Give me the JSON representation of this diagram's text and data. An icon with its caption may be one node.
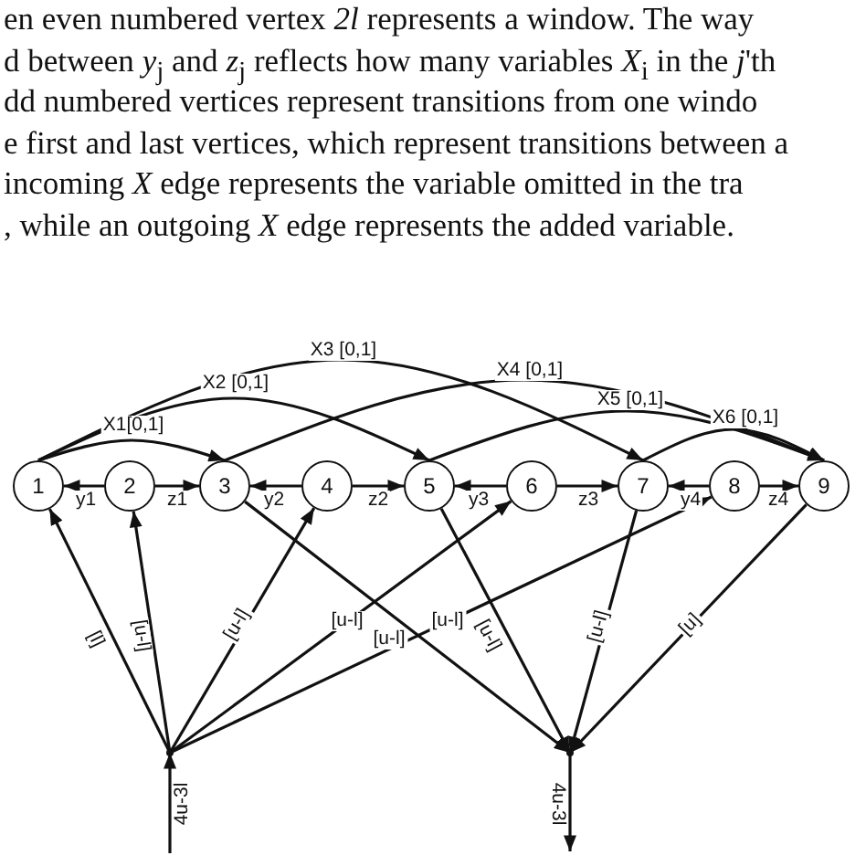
{
  "diagram": {
    "nodes": [
      {
        "text": [
          "1"
        ]
      },
      {
        "text": [
          "2"
        ]
      },
      {
        "text": [
          "3"
        ]
      },
      {
        "text": [
          "4"
        ]
      },
      {
        "text": [
          "5"
        ]
      },
      {
        "text": [
          "6"
        ]
      },
      {
        "text": [
          "7"
        ]
      },
      {
        "text": [
          "8"
        ]
      },
      {
        "text": [
          "9"
        ]
      },
      {
        "text": [],
        "shape": "point"
      },
      {
        "text": [],
        "shape": "point"
      }
    ],
    "edges": [
      {
        "from": 1,
        "to": 0,
        "arrow": "to",
        "label": "y1"
      },
      {
        "from": 1,
        "to": 2,
        "arrow": "to",
        "label": "z1"
      },
      {
        "from": 3,
        "to": 2,
        "arrow": "to",
        "label": "y2"
      },
      {
        "from": 3,
        "to": 4,
        "arrow": "to",
        "label": "z2"
      },
      {
        "from": 5,
        "to": 4,
        "arrow": "to",
        "label": "y3"
      },
      {
        "from": 5,
        "to": 6,
        "arrow": "to",
        "label": "z3"
      },
      {
        "from": 7,
        "to": 6,
        "arrow": "to",
        "label": "y4"
      },
      {
        "from": 7,
        "to": 8,
        "arrow": "to",
        "label": "z4"
      },
      {
        "from": 0,
        "to": 2,
        "arrow": "to",
        "label": "X1[0,1]"
      },
      {
        "from": 0,
        "to": 4,
        "arrow": "to",
        "label": "X2 [0,1]"
      },
      {
        "from": 0,
        "to": 6,
        "arrow": "to",
        "label": "X3 [0,1]"
      },
      {
        "from": 2,
        "to": 8,
        "arrow": "to",
        "label": "X4 [0,1]"
      },
      {
        "from": 4,
        "to": 8,
        "arrow": "to",
        "label": "X5 [0,1]"
      },
      {
        "from": 6,
        "to": 8,
        "arrow": "to",
        "label": "X6 [0,1]"
      },
      {
        "from": null,
        "to": 9,
        "arrow": "to",
        "label": "4u-3l"
      },
      {
        "from": 9,
        "to": 0,
        "arrow": "to",
        "label": "[l]"
      },
      {
        "from": 9,
        "to": 1,
        "arrow": "to",
        "label": "[u-l]"
      },
      {
        "from": 9,
        "to": 3,
        "arrow": "to",
        "label": "[u-l]"
      },
      {
        "from": 9,
        "to": 5,
        "arrow": "to",
        "label": "[u-l]"
      },
      {
        "from": 9,
        "to": 7,
        "arrow": "to",
        "label": "[u-l]"
      },
      {
        "from": 2,
        "to": 10,
        "arrow": "to",
        "label": "[u-l]"
      },
      {
        "from": 4,
        "to": 10,
        "arrow": "to",
        "label": "[u-l]"
      },
      {
        "from": 6,
        "to": 10,
        "arrow": "to",
        "label": "[u-l]"
      },
      {
        "from": 8,
        "to": 10,
        "arrow": "to",
        "label": "[u]"
      },
      {
        "from": 10,
        "to": null,
        "arrow": "to",
        "label": "4u-3l"
      }
    ],
    "labels": [
      "en even numbered vertex *2l* represents a window. The way",
      "d between *y*$_{j}$ and *z*$_{j}$ reflects how many variables *X*$_{i}$ in the *j*'th",
      "dd numbered vertices represent transitions from one windo",
      "e first and last vertices, which represent transitions between a",
      "incoming *X* edge represents the variable omitted in the tra",
      ", while an outgoing *X* edge represents the added variable."
    ]
  }
}
